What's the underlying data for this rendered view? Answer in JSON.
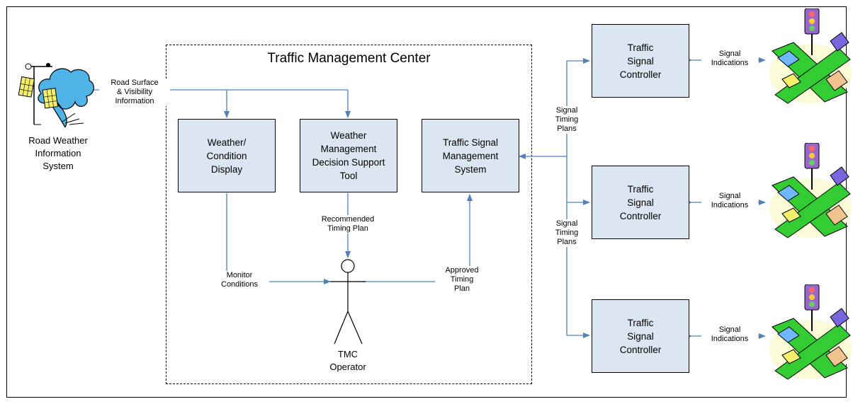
{
  "diagram": {
    "title": "Traffic Management Center",
    "rwis": {
      "label": "Road Weather\nInformation\nSystem"
    },
    "boxes": {
      "weather_display": "Weather/\nCondition\nDisplay",
      "decision_tool": "Weather\nManagement\nDecision Support\nTool",
      "signal_mgmt": "Traffic Signal\nManagement\nSystem",
      "controller_1": "Traffic\nSignal\nController",
      "controller_2": "Traffic\nSignal\nController",
      "controller_3": "Traffic\nSignal\nController"
    },
    "labels": {
      "road_surface": "Road Surface\n& Visibility\nInformation",
      "recommended": "Recommended\nTiming Plan",
      "monitor": "Monitor\nConditions",
      "approved": "Approved\nTiming\nPlan",
      "operator": "TMC\nOperator",
      "timing_plans_1": "Signal\nTiming\nPlans",
      "timing_plans_2": "Signal\nTiming\nPlans",
      "indications_1": "Signal\nIndications",
      "indications_2": "Signal\nIndications",
      "indications_3": "Signal\nIndications"
    },
    "colors": {
      "box_fill": "#dce6f2",
      "arrow": "#4f81bd",
      "cloud": "#4fb3e8",
      "road": "#33cc33"
    },
    "icons": [
      "weather-station-icon",
      "intersection-icon",
      "traffic-light-icon",
      "stick-figure-icon"
    ]
  }
}
